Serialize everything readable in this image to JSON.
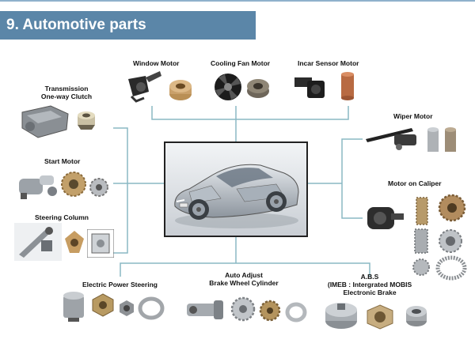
{
  "header": {
    "title": "9. Automotive parts"
  },
  "labels": {
    "window_motor": "Window Motor",
    "cooling_fan_motor": "Cooling Fan Motor",
    "incar_sensor_motor": "Incar Sensor Motor",
    "transmission_line1": "Transmission",
    "transmission_line2": "One-way Clutch",
    "start_motor": "Start Motor",
    "steering_column": "Steering  Column",
    "wiper_motor": "Wiper Motor",
    "motor_on_caliper": "Motor on Caliper",
    "electric_power_steering": "Electric Power Steering",
    "brake_line1": "Auto Adjust",
    "brake_line2": "Brake Wheel Cylinder",
    "abs_line1": "A.B.S",
    "abs_line2": "(IMEB : Intergrated MOBIS",
    "abs_line3": "Electronic Brake"
  },
  "colors": {
    "title_bar": "#5b86a8",
    "connector": "#8ab8c4",
    "frame": "#222222"
  }
}
